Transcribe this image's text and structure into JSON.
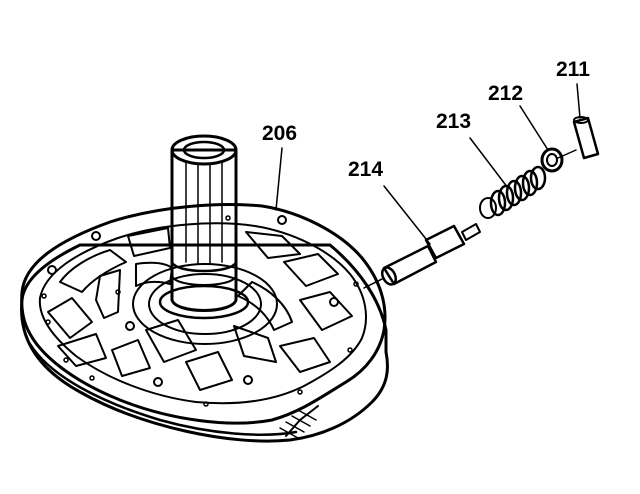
{
  "callouts": [
    {
      "id": "206",
      "label": "206"
    },
    {
      "id": "214",
      "label": "214"
    },
    {
      "id": "213",
      "label": "213"
    },
    {
      "id": "212",
      "label": "212"
    },
    {
      "id": "211",
      "label": "211"
    }
  ]
}
